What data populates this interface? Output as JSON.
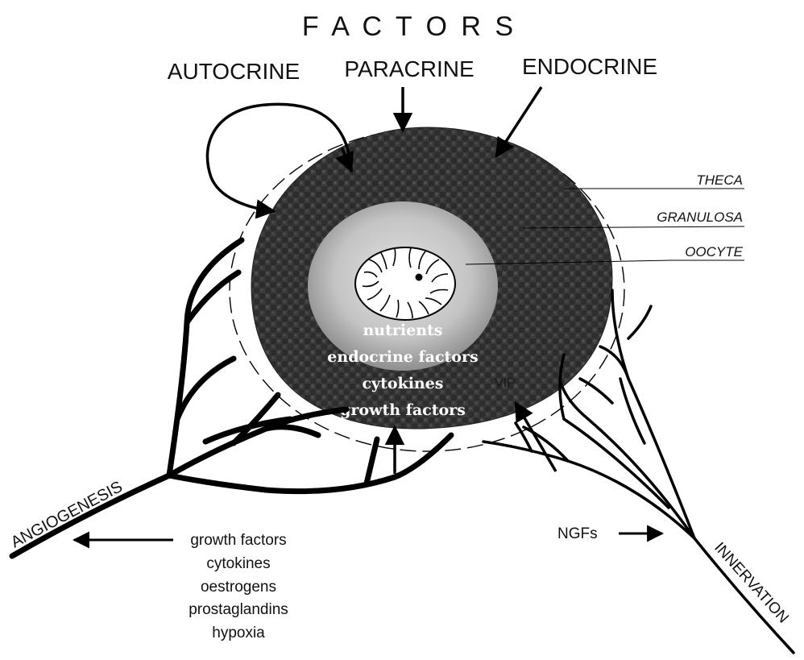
{
  "header": {
    "title": "F A C T O R S"
  },
  "factor_types": [
    "AUTOCRINE",
    "PARACRINE",
    "ENDOCRINE"
  ],
  "layers": {
    "theca": "THECA",
    "granulosa": "GRANULOSA",
    "oocyte": "OOCYTE"
  },
  "inner_factors": [
    "nutrients",
    "endocrine factors",
    "cytokines",
    "growth factors"
  ],
  "vip": "VIP",
  "angiogenesis": {
    "label": "ANGIOGENESIS",
    "factors": [
      "growth factors",
      "cytokines",
      "oestrogens",
      "prostaglandins",
      "hypoxia"
    ]
  },
  "innervation": {
    "label": "INNERVATION",
    "ngfs": "NGFs"
  },
  "colors": {
    "theca_fill": "#3a3a3a",
    "granulosa_fill": "#bdbdbd",
    "line": "#000000"
  }
}
